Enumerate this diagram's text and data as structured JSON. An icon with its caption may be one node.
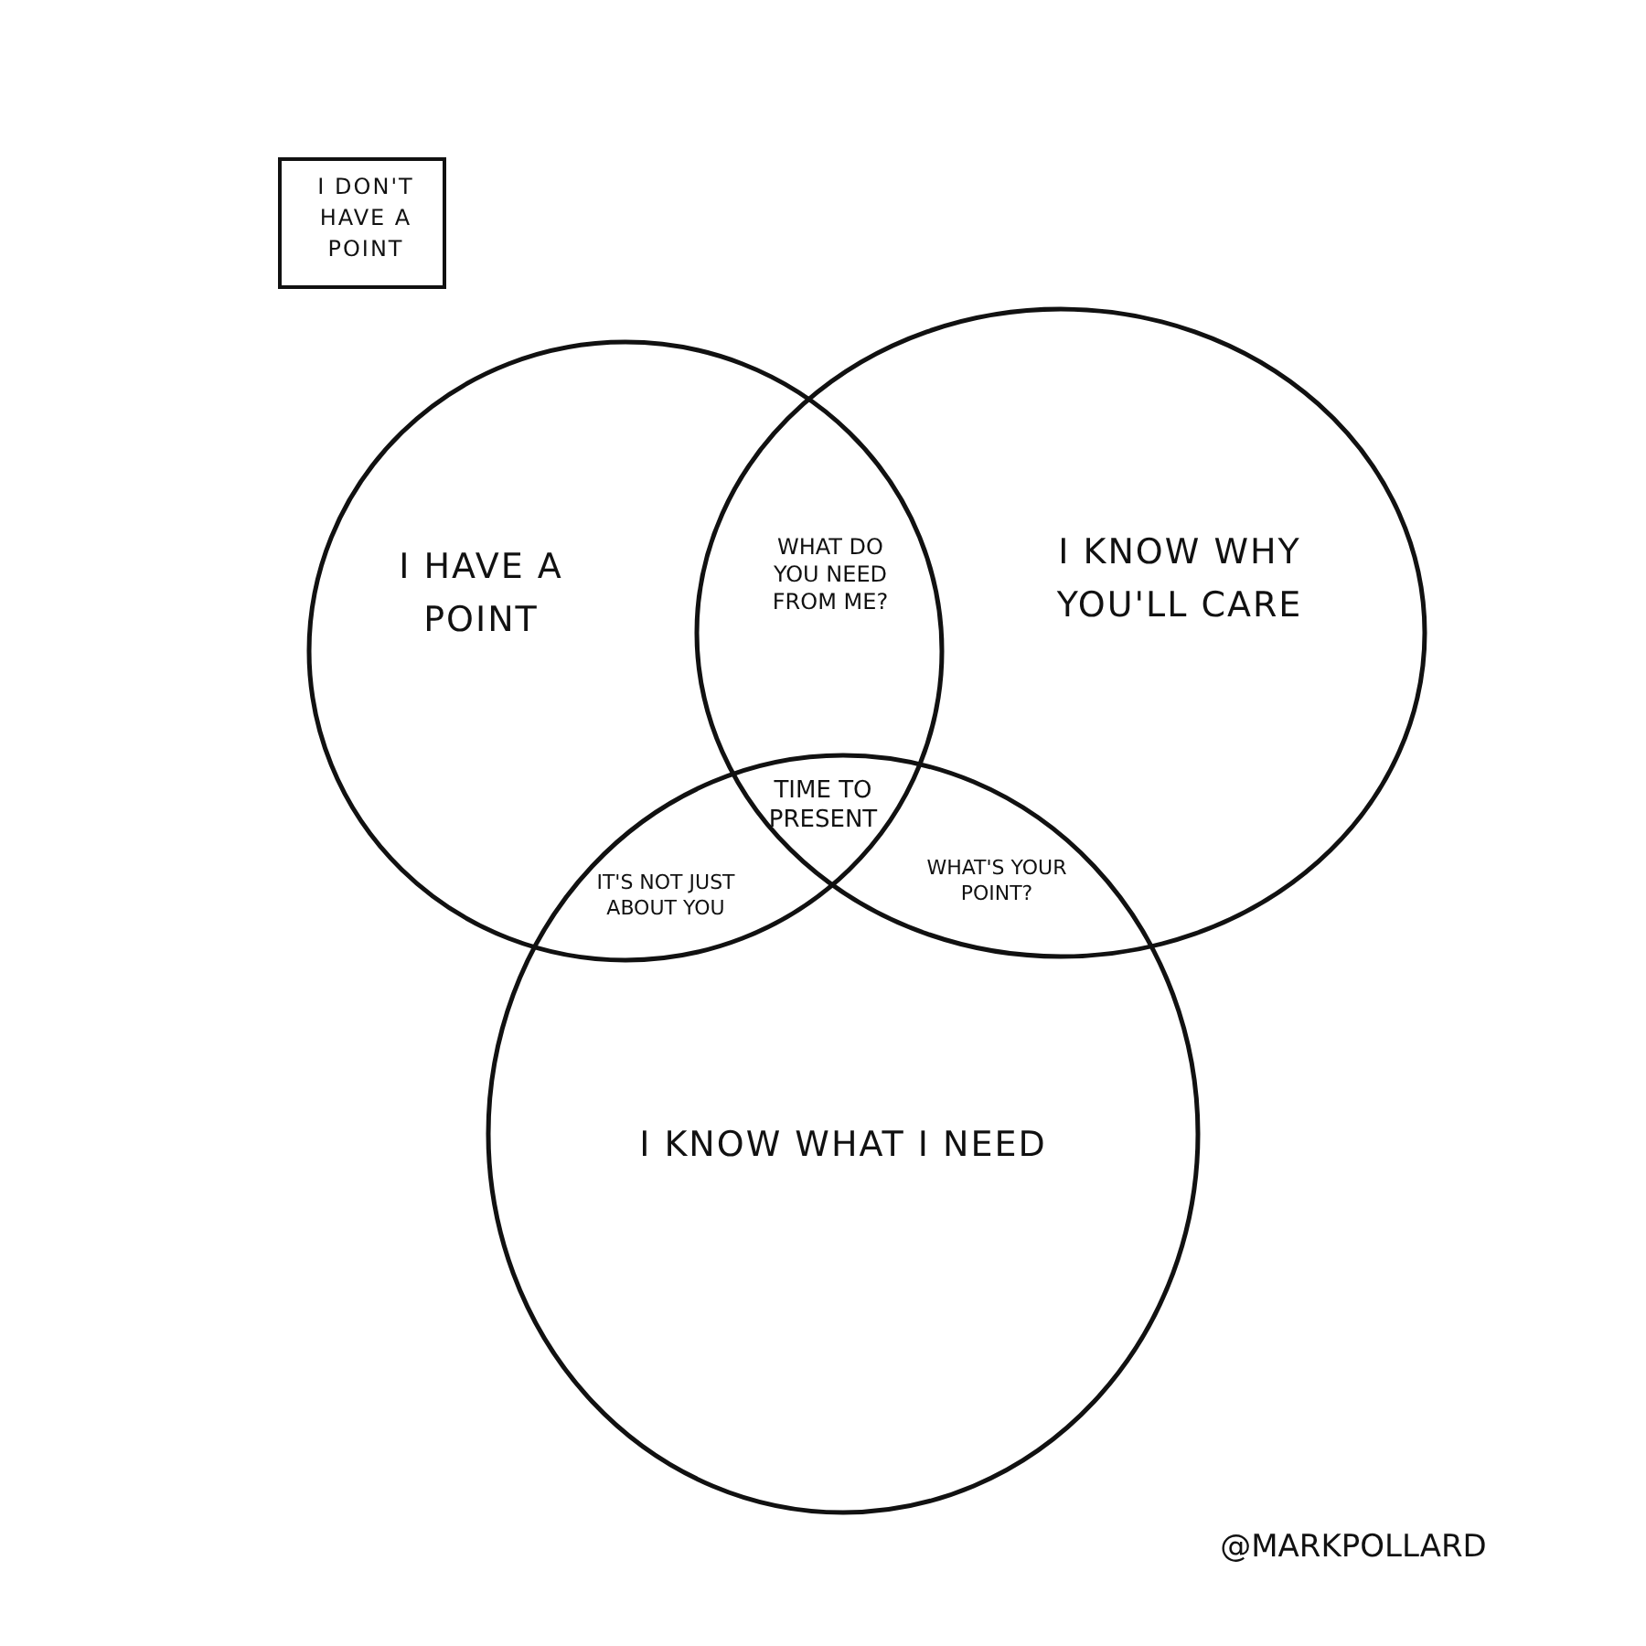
{
  "diagram": {
    "nodes": [
      {
        "text": [
          "I DON'T HAVE A POINT"
        ]
      },
      {
        "text": [
          "I HAVE A POINT"
        ]
      },
      {
        "text": [
          "I KNOW WHY YOU'LL CARE"
        ]
      },
      {
        "text": [
          "I KNOW WHAT I NEED"
        ]
      }
    ],
    "edges": [],
    "labels": [
      "WHAT DO YOU NEED FROM ME?",
      "TIME TO PRESENT",
      "IT'S NOT JUST ABOUT YOU",
      "WHAT'S YOUR POINT?",
      "@MARKPOLLARD"
    ]
  }
}
